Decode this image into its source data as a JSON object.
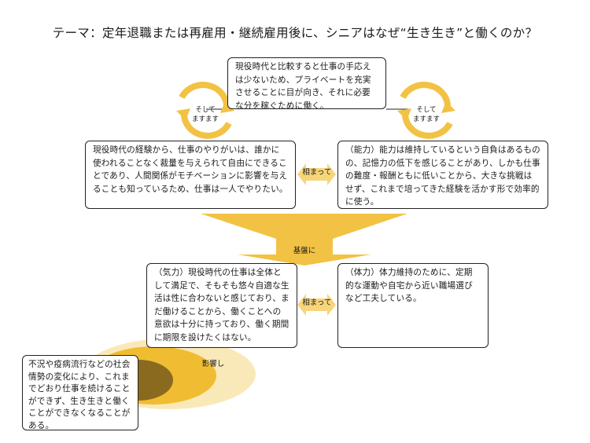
{
  "title": "テーマ：定年退職または再雇用・継続雇用後に、シニアはなぜ“生き生き”と働くのか？",
  "nodes": {
    "top": "現役時代と比較すると仕事の手応えは少ないため、プライベートを充実させることに目が向き、それに必要な分を稼ぐために働く。",
    "mid_left": "現役時代の経験から、仕事のやりがいは、誰かに使われることなく裁量を与えられて自由にできることであり、人間関係がモチベーションに影響を与えることも知っているため、仕事は一人でやりたい。",
    "mid_right": "（能力）能力は維持しているという自負はあるものの、記憶力の低下を感じることがあり、しかも仕事の難度・報酬ともに低いことから、大きな挑戦はせず、これまで培ってきた経験を活かす形で効率的に使う。",
    "low_left": "（気力）現役時代の仕事は全体として満足で、そもそも悠々自適な生活は性に合わないと感じており、まだ働けることから、働くことへの意欲は十分に持っており、働く期間に期限を設けたくはない。",
    "low_right": "（体力）体力維持のために、定期的な運動や自宅から近い職場選びなど工夫している。",
    "external": "不況や疫病流行などの社会情勢の変化により、これまでどおり仕事を続けることができず、生き生きと働くことができなくなることがある。"
  },
  "labels": {
    "cycle_left": "そして\nますます",
    "cycle_right": "そして\nますます",
    "link_upper": "相まって",
    "link_lower": "相まって",
    "foundation": "基盤に",
    "influence": "影響し"
  },
  "colors": {
    "accent": "#f2c244",
    "accent_light": "#f7d57a",
    "accent_dark": "#d9a21b",
    "accent_deep": "#8a6a1e"
  }
}
